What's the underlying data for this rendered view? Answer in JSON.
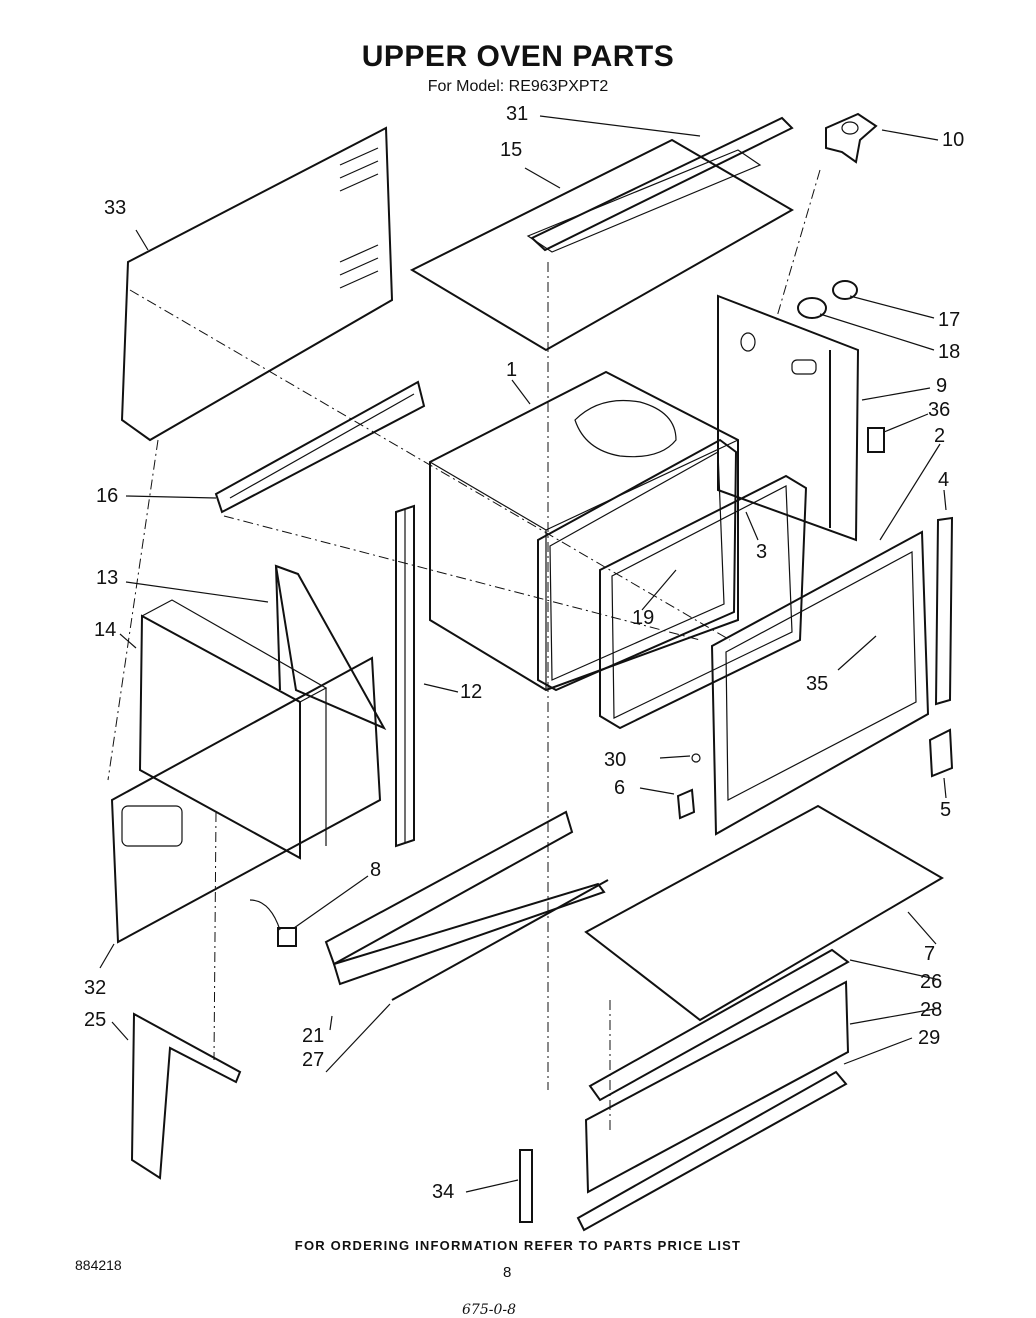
{
  "header": {
    "title": "UPPER OVEN PARTS",
    "subtitle": "For Model: RE963PXPT2"
  },
  "callouts": [
    "31",
    "15",
    "10",
    "33",
    "17",
    "18",
    "1",
    "9",
    "36",
    "2",
    "16",
    "3",
    "4",
    "13",
    "19",
    "14",
    "12",
    "35",
    "30",
    "6",
    "5",
    "8",
    "7",
    "26",
    "32",
    "28",
    "25",
    "29",
    "21",
    "27",
    "34"
  ],
  "footer": {
    "ordering_note": "FOR ORDERING INFORMATION REFER TO PARTS PRICE LIST",
    "doc_number": "884218",
    "page_number": "8",
    "handwritten_note": "675-0-8"
  }
}
